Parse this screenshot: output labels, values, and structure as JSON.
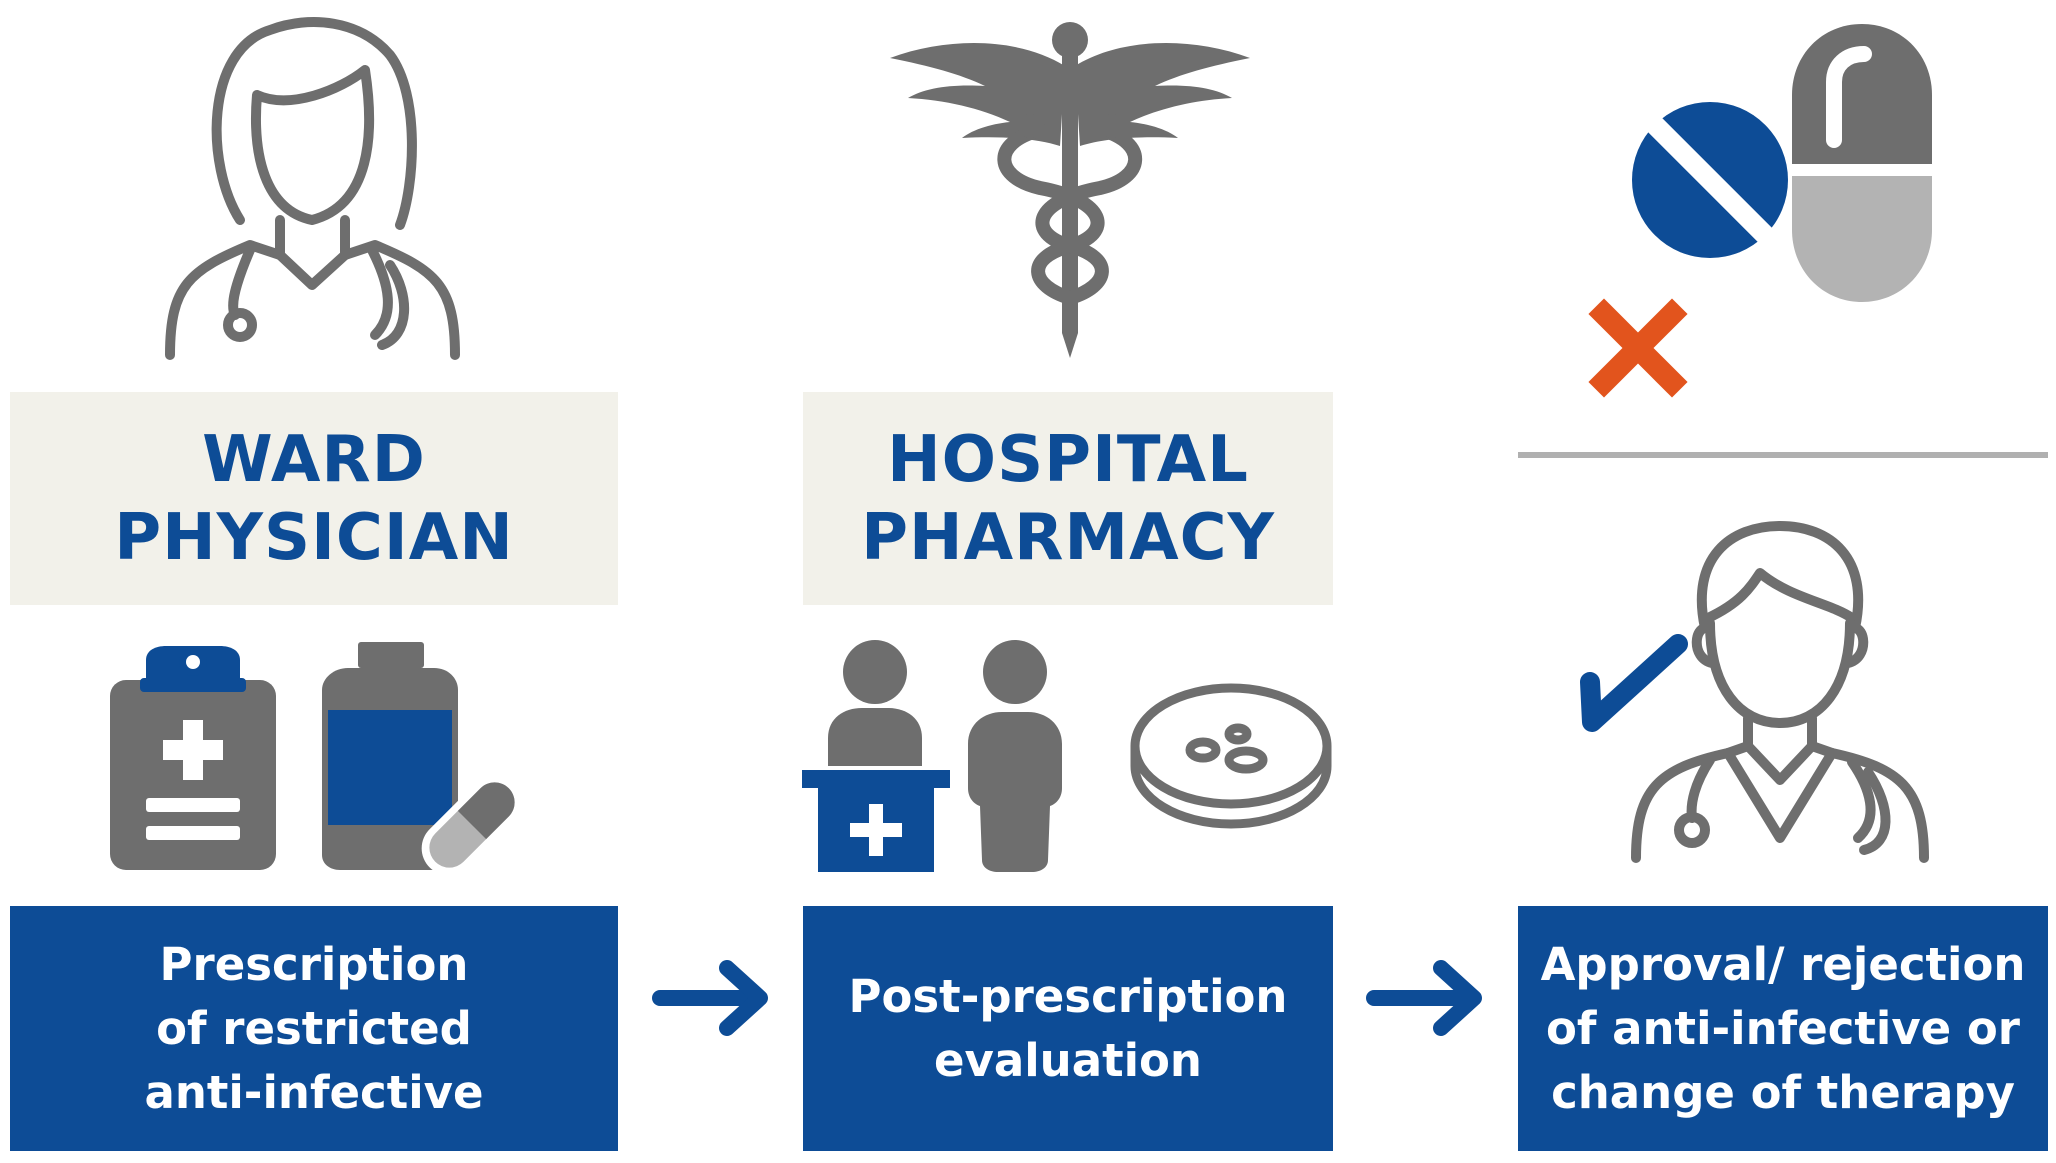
{
  "colors": {
    "primary_blue": "#0d4c96",
    "icon_gray": "#6e6e6e",
    "light_gray": "#b3b3b3",
    "label_bg": "#f2f1ea",
    "reject_orange": "#e2541d",
    "divider": "#b0b0b0"
  },
  "icons": {
    "ward_physician": "female-doctor-icon",
    "hospital_pharmacy": "caduceus-icon",
    "rejection": "pills-icon",
    "clipboard": "medical-clipboard-icon",
    "medicine_bottle": "medicine-bottle-icon",
    "pharmacist": "pharmacy-counter-icon",
    "petri_dish": "petri-dish-icon",
    "male_doctor": "male-doctor-icon",
    "reject_mark": "cross-icon",
    "approve_mark": "check-icon",
    "arrow": "arrow-right-icon"
  },
  "columns": {
    "ward": {
      "label": [
        "WARD",
        "PHYSICIAN"
      ],
      "step": [
        "Prescription",
        "of restricted",
        "anti-infective"
      ]
    },
    "pharmacy": {
      "label": [
        "HOSPITAL",
        "PHARMACY"
      ],
      "step": [
        "Post-prescription",
        "evaluation"
      ]
    },
    "outcome": {
      "step": [
        "Approval/ rejection",
        "of anti-infective or",
        "change of therapy"
      ]
    }
  }
}
